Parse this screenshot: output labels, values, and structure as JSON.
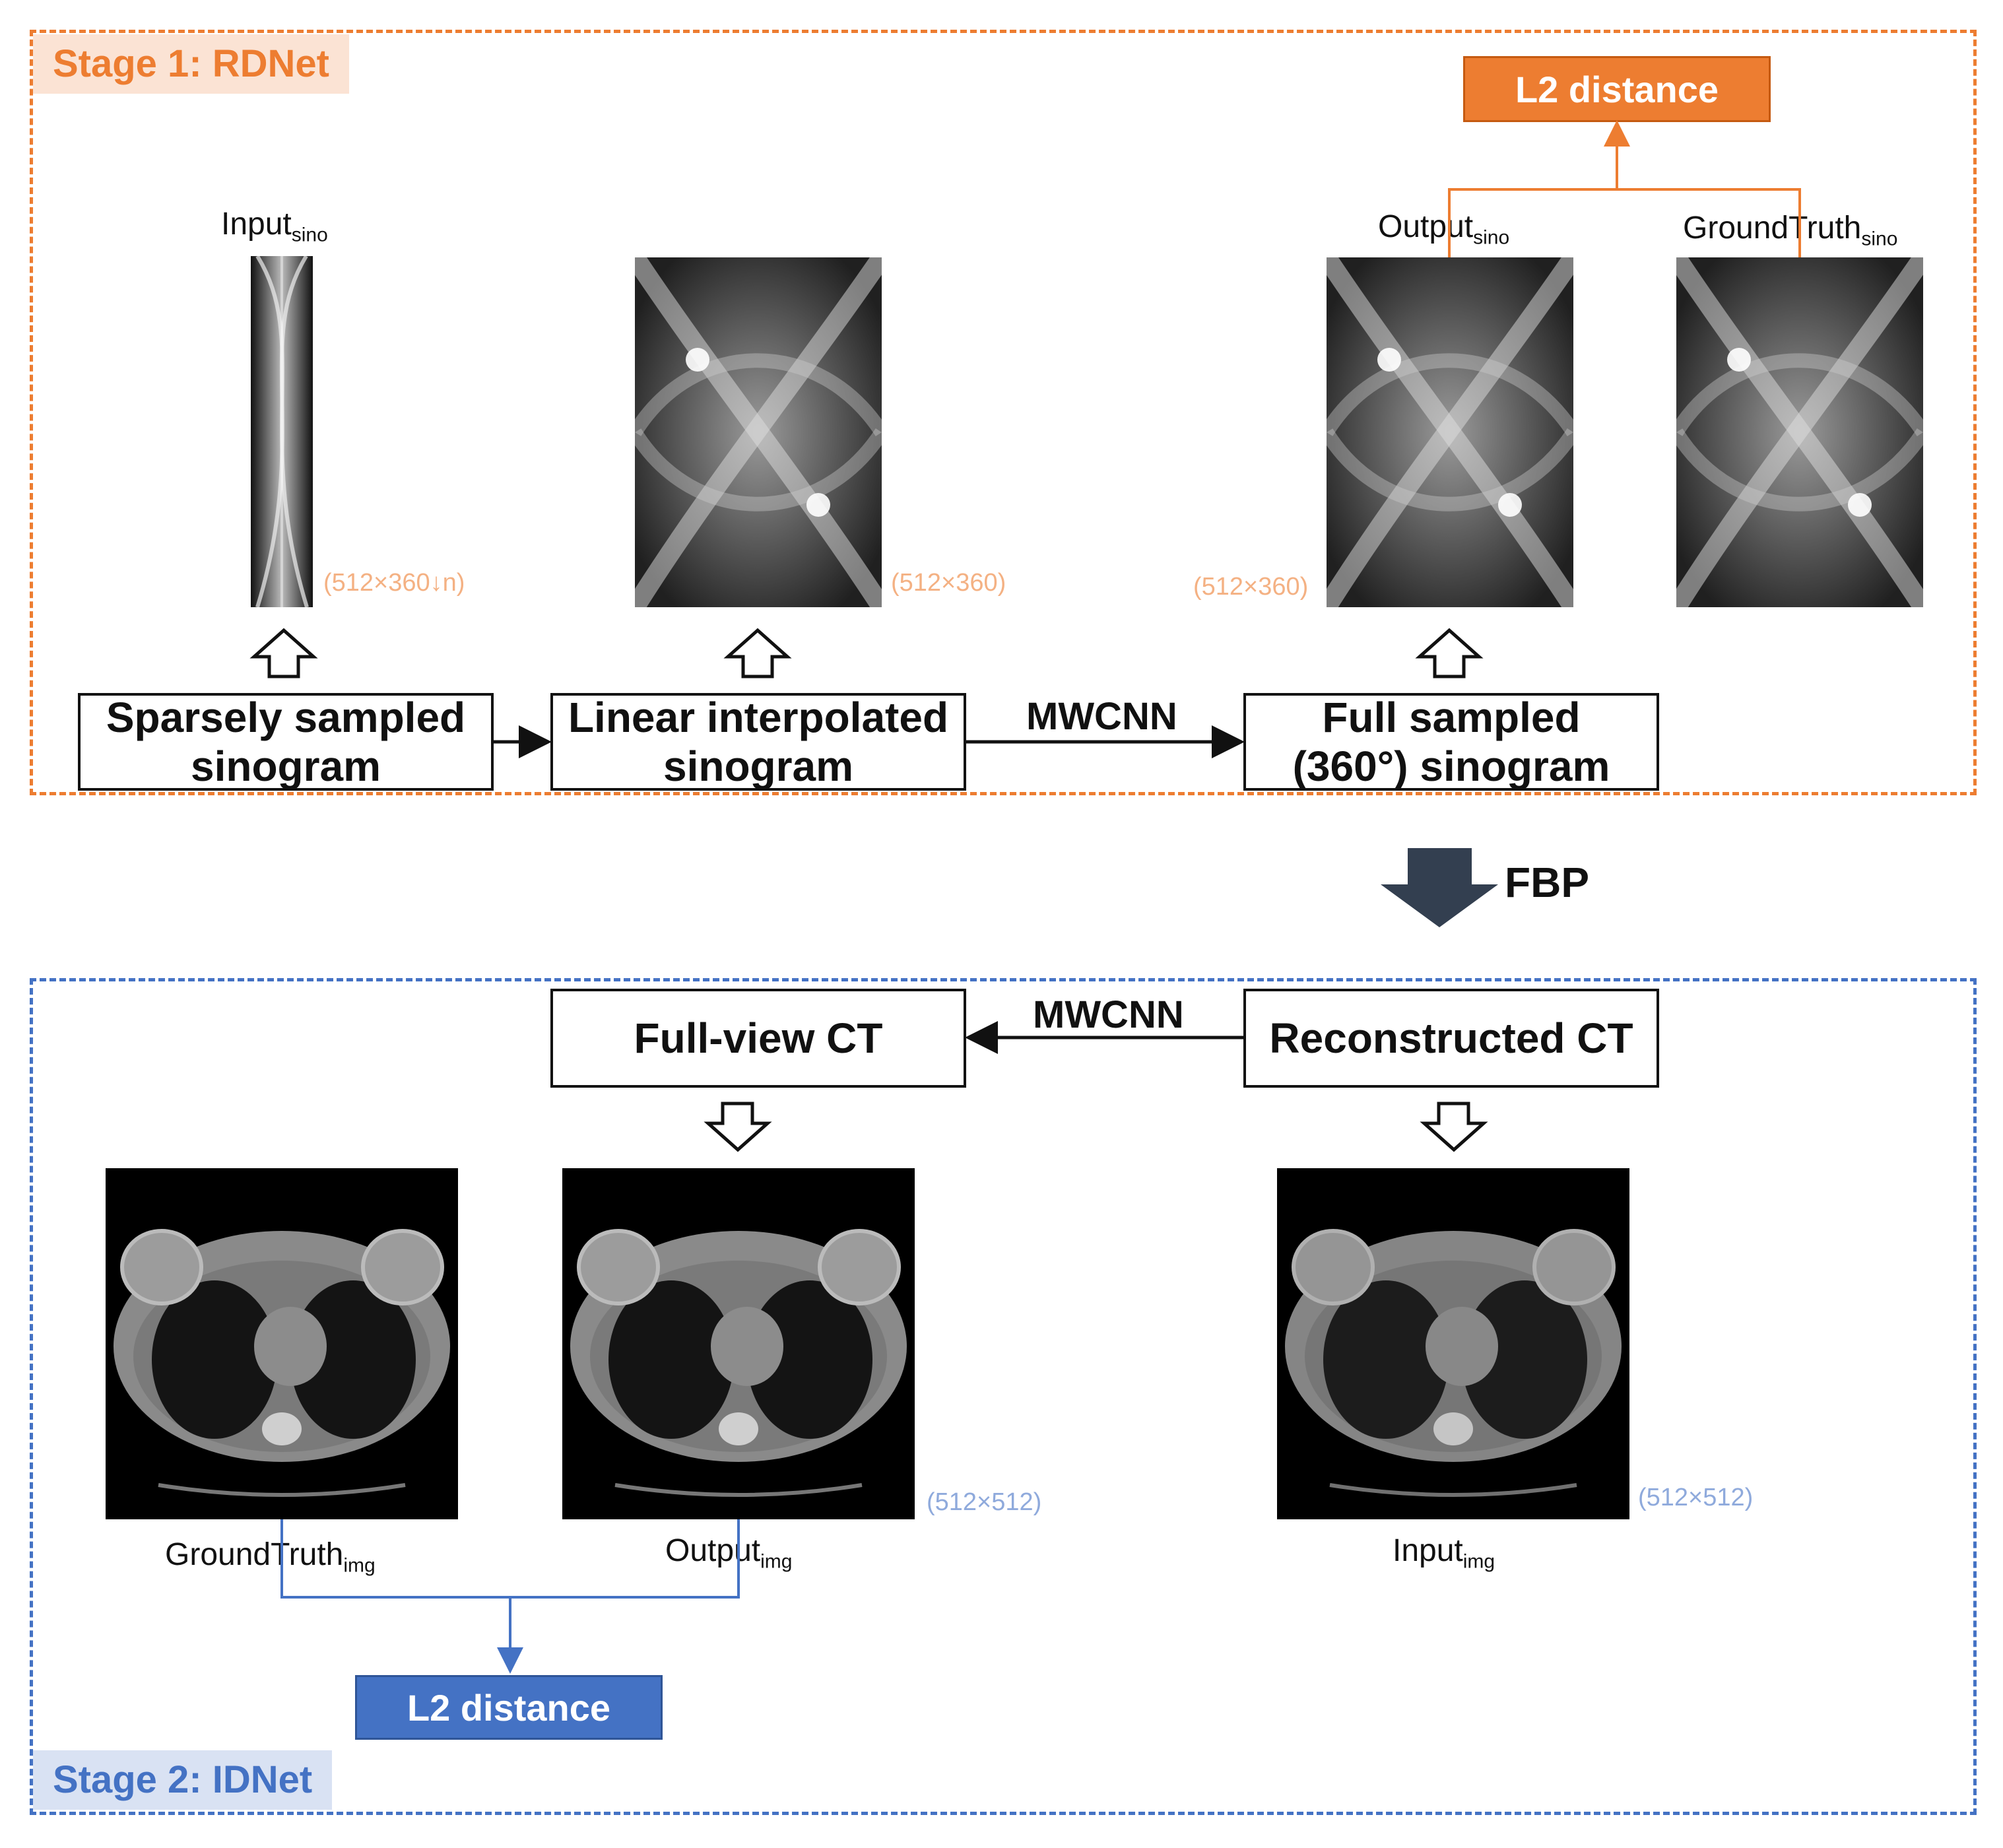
{
  "colors": {
    "stage1": "#ED7D31",
    "stage1_tag_bg": "#FBE3D4",
    "stage2": "#4472C4",
    "stage2_tag_bg": "#D9E2F3",
    "fbp_arrow": "#333F50"
  },
  "stage1": {
    "title": "Stage 1: RDNet",
    "boxes": {
      "sparse": "Sparsely sampled sinogram",
      "linear": "Linear interpolated sinogram",
      "full": "Full sampled (360°) sinogram"
    },
    "edge_label": "MWCNN",
    "images": {
      "input": {
        "label": "Input",
        "sub": "sino",
        "dim": "(512×360↓n)"
      },
      "linear": {
        "dim": "(512×360)"
      },
      "output": {
        "label": "Output",
        "sub": "sino",
        "dim": "(512×360)"
      },
      "gt": {
        "label": "GroundTruth",
        "sub": "sino"
      }
    },
    "loss": "L2 distance"
  },
  "transition": {
    "label": "FBP"
  },
  "stage2": {
    "title": "Stage 2: IDNet",
    "boxes": {
      "fullview": "Full-view CT",
      "recon": "Reconstructed CT"
    },
    "edge_label": "MWCNN",
    "images": {
      "gt": {
        "label": "GroundTruth",
        "sub": "img"
      },
      "output": {
        "label": "Output",
        "sub": "img",
        "dim": "(512×512)"
      },
      "input": {
        "label": "Input",
        "sub": "img",
        "dim": "(512×512)"
      }
    },
    "loss": "L2 distance"
  }
}
